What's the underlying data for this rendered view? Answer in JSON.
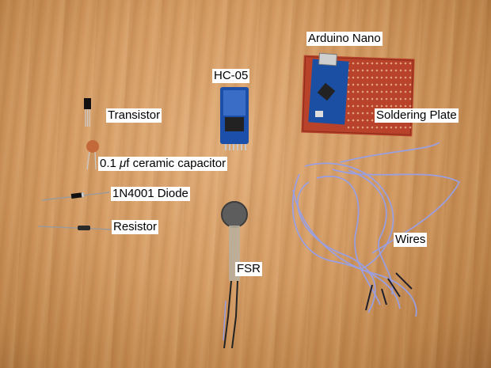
{
  "labels": {
    "arduino": "Arduino Nano",
    "hc05": "HC-05",
    "transistor": "Transistor",
    "capacitor_prefix": "0.1 ",
    "capacitor_mu": "μ",
    "capacitor_suffix": "f ceramic capacitor",
    "diode": "1N4001 Diode",
    "resistor": "Resistor",
    "soldering": "Soldering Plate",
    "fsr": "FSR",
    "wires": "Wires"
  },
  "colors": {
    "board_red": "#b8432a",
    "nano_blue": "#1a4fa3",
    "wire_lilac": "#9a9fe0"
  }
}
